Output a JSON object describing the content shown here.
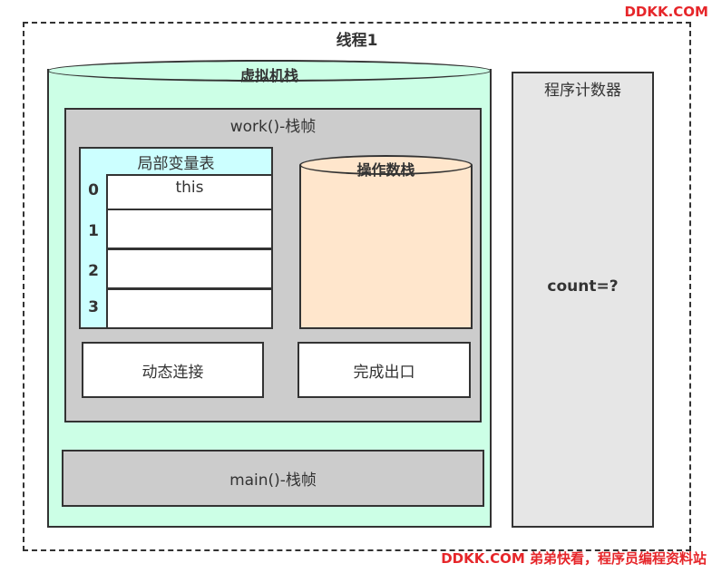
{
  "watermark": {
    "top": "DDKK.COM",
    "bottom": "DDKK.COM 弟弟快看，程序员编程资料站"
  },
  "thread": {
    "title": "线程1"
  },
  "vm_stack": {
    "title": "虚拟机栈"
  },
  "work_frame": {
    "label": "work()-栈帧",
    "local_variable_table": {
      "title": "局部变量表",
      "slots": [
        {
          "index": "0",
          "value": "this"
        },
        {
          "index": "1",
          "value": ""
        },
        {
          "index": "2",
          "value": ""
        },
        {
          "index": "3",
          "value": ""
        }
      ]
    },
    "operand_stack": {
      "title": "操作数栈"
    },
    "dynamic_linking": "动态连接",
    "return_address": "完成出口"
  },
  "main_frame": {
    "label": "main()-栈帧"
  },
  "program_counter": {
    "title": "程序计数器",
    "value": "count=?"
  },
  "colors": {
    "vm_stack_fill": "#ccffe6",
    "frame_fill": "#cccccc",
    "local_table_fill": "#ccffff",
    "operand_stack_fill": "#ffe6cc",
    "pc_fill": "#e6e6e6",
    "watermark": "#e6262a"
  }
}
